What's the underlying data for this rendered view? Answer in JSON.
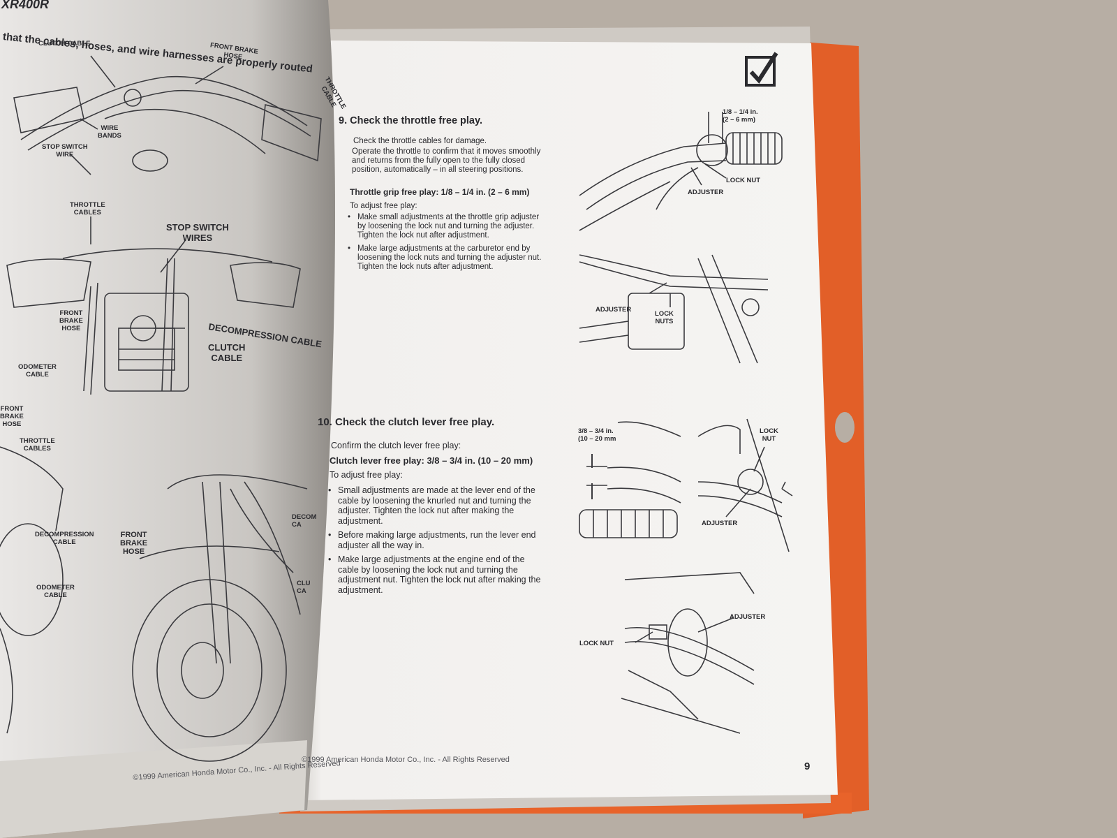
{
  "left_page": {
    "header_model": "XR400R",
    "header_line": "that the cables, hoses, and wire harnesses are properly routed",
    "fig1_labels": [
      "CLUTCH CABLE",
      "FRONT BRAKE\nHOSE",
      "THROTTLE\nCABLE",
      "WIRE\nBANDS",
      "STOP SWITCH\nWIRE"
    ],
    "fig2_labels": [
      "THROTTLE\nCABLES",
      "STOP SWITCH\nWIRES",
      "FRONT\nBRAKE\nHOSE",
      "DECOMPRESSION CABLE",
      "CLUTCH\nCABLE",
      "ODOMETER\nCABLE"
    ],
    "fig3_labels": [
      "FRONT\nBRAKE\nHOSE",
      "THROTTLE\nCABLES",
      "DECOMPRESSION\nCABLE",
      "FRONT\nBRAKE\nHOSE",
      "ODOMETER\nCABLE",
      "DECOM\nCA",
      "CLU\nCA"
    ],
    "footer": "©1999 American Honda Motor Co., Inc. - All Rights Reserved"
  },
  "right_page": {
    "section9": {
      "heading": "9. Check the throttle free play.",
      "p1": "Check the throttle cables for damage.",
      "p2": "Operate the throttle to confirm that it moves smoothly and returns from the fully open to the fully closed position, automatically – in all steering positions.",
      "spec": "Throttle grip free play: 1/8 – 1/4 in. (2 – 6 mm)",
      "intro": "To adjust free play:",
      "bullets": [
        "Make small adjustments at the throttle grip adjuster by loosening the lock nut and turning the adjuster. Tighten the lock nut after adjustment.",
        "Make large adjustments at the carburetor end by loosening the lock nuts and turning the adjuster nut. Tighten the lock nuts after adjustment."
      ],
      "fig_a_labels": [
        "1/8 – 1/4 in.\n(2 – 6 mm)",
        "LOCK NUT",
        "ADJUSTER"
      ],
      "fig_b_labels": [
        "ADJUSTER",
        "LOCK\nNUTS"
      ]
    },
    "section10": {
      "heading": "10. Check the clutch lever free play.",
      "p1": "Confirm the clutch lever free play:",
      "spec": "Clutch lever free play: 3/8 – 3/4 in. (10 – 20 mm)",
      "intro": "To adjust free play:",
      "bullets": [
        "Small adjustments are made at the lever end of the cable by loosening the knurled nut and turning the adjuster. Tighten the lock nut after making the adjustment.",
        "Before making large adjustments, run the lever end adjuster all the way in.",
        "Make large adjustments at the engine end of the cable by loosening the lock nut and turning the adjustment nut. Tighten the lock nut after making the adjustment."
      ],
      "fig_c_labels": [
        "3/8 – 3/4 in.\n(10 – 20 mm",
        "LOCK\nNUT",
        "ADJUSTER"
      ],
      "fig_d_labels": [
        "ADJUSTER",
        "LOCK NUT"
      ]
    },
    "footer": "©1999 American Honda Motor Co., Inc. - All Rights Reserved",
    "page_number": "9",
    "checkmark_icon": "check-box-icon"
  },
  "colors": {
    "page": "#f3f1ef",
    "shadow": "#8c8882",
    "tab": "#e8632a",
    "ink": "#2a2a2e"
  }
}
